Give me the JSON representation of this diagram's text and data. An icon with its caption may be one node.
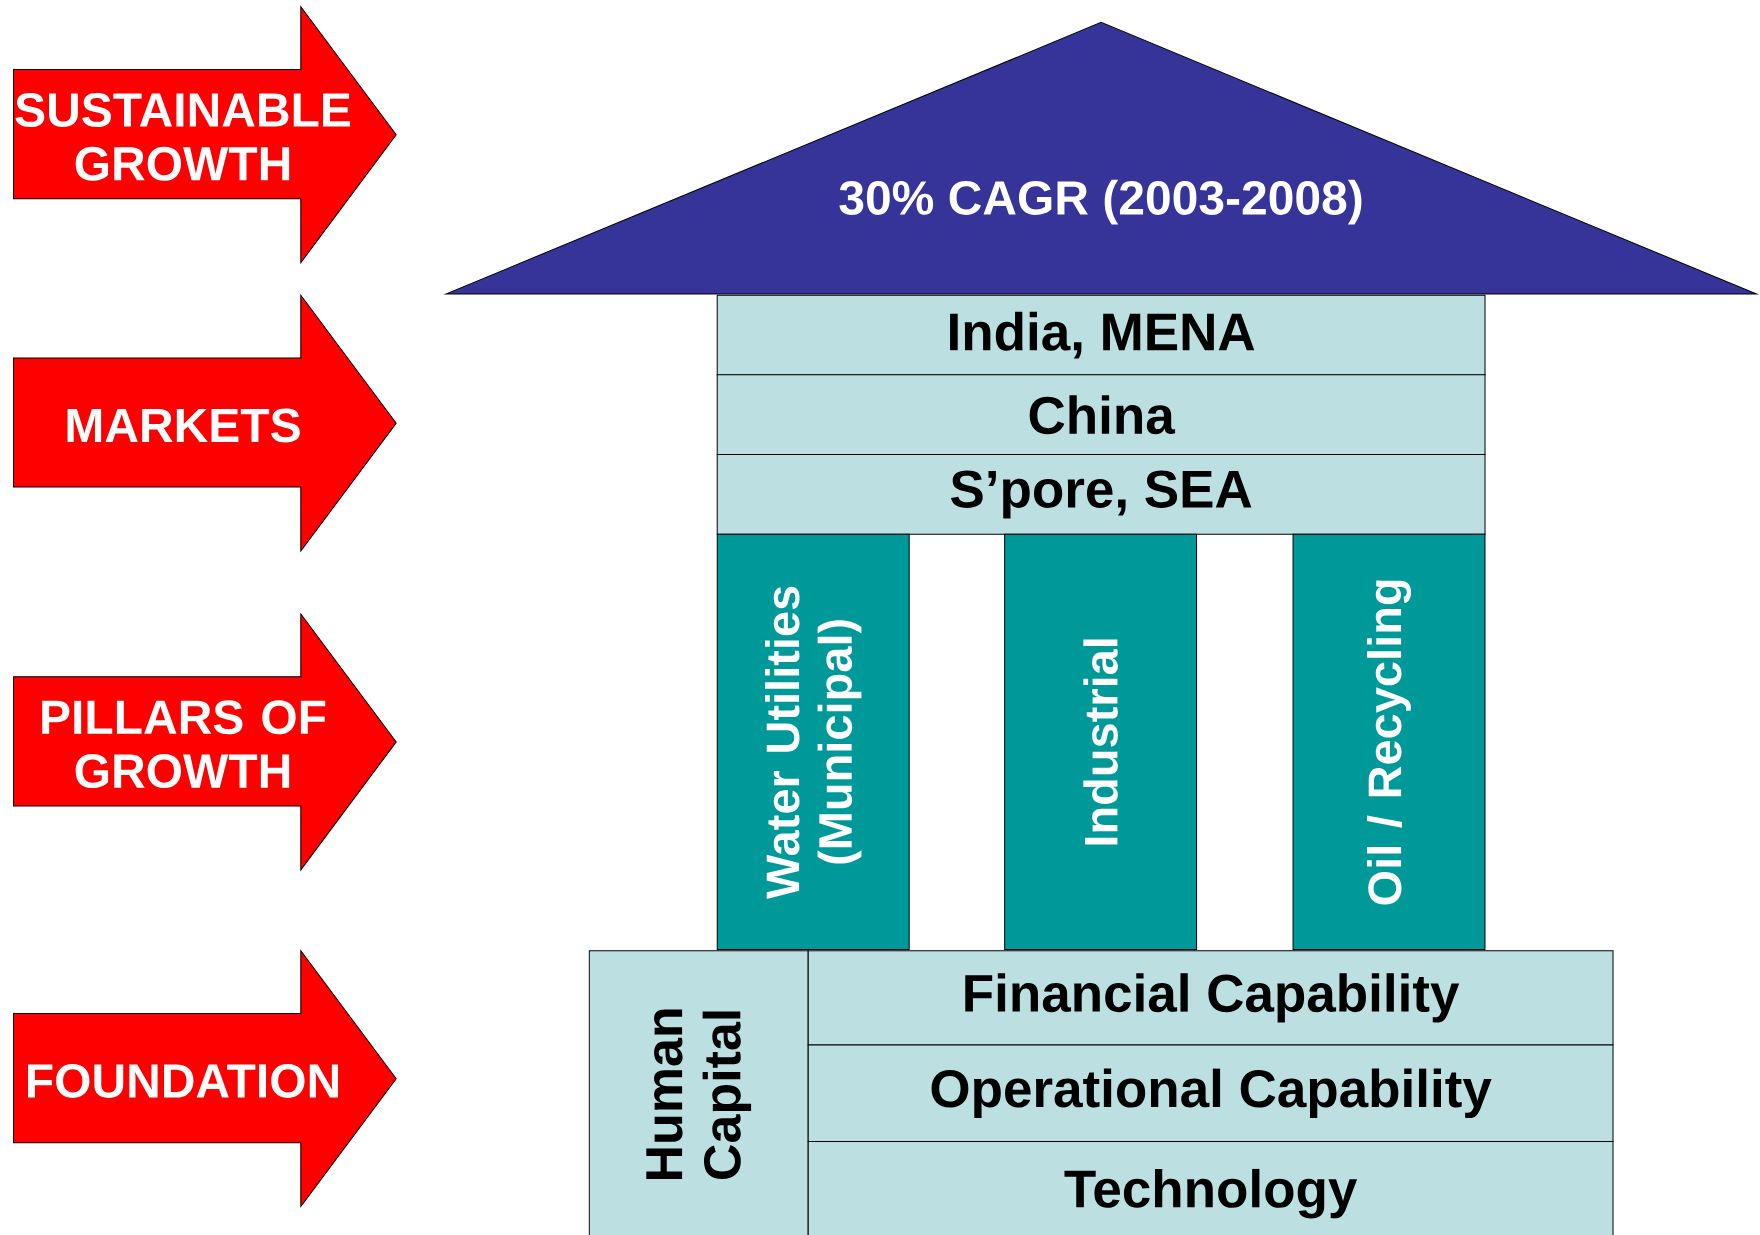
{
  "diagram": {
    "nodes": [
      {
        "text": [
          "SUSTAINABLE GROWTH"
        ]
      },
      {
        "text": [
          "MARKETS"
        ]
      },
      {
        "text": [
          "PILLARS OF GROWTH"
        ]
      },
      {
        "text": [
          "FOUNDATION"
        ]
      },
      {
        "text": [
          "30% CAGR (2003-2008)"
        ]
      },
      {
        "text": [
          "India, MENA"
        ]
      },
      {
        "text": [
          "China"
        ]
      },
      {
        "text": [
          "S’pore, SEA"
        ]
      },
      {
        "text": [
          "Water Utilities (Municipal)"
        ]
      },
      {
        "text": [
          "Industrial"
        ]
      },
      {
        "text": [
          "Oil / Recycling"
        ]
      },
      {
        "text": [
          "Human Capital"
        ]
      },
      {
        "text": [
          "Financial Capability"
        ]
      },
      {
        "text": [
          "Operational Capability"
        ]
      },
      {
        "text": [
          "Technology"
        ]
      }
    ]
  }
}
